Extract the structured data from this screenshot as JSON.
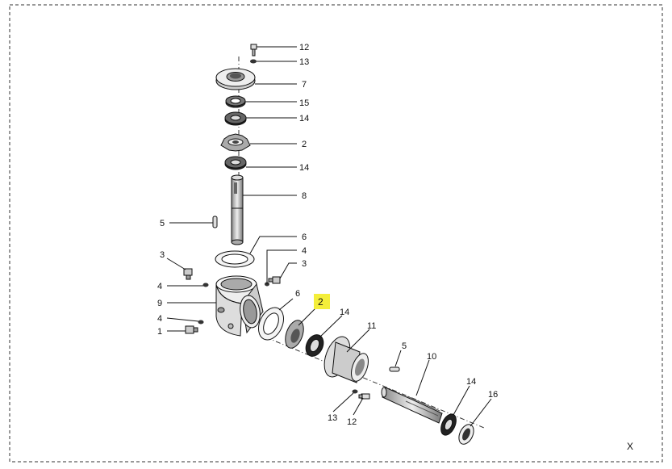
{
  "diagram": {
    "labels": {
      "p12_top": "12",
      "p13_top": "13",
      "p7": "7",
      "p15": "15",
      "p14_a": "14",
      "p2_top": "2",
      "p14_b": "14",
      "p8": "8",
      "p5_left": "5",
      "p6_top": "6",
      "p4_right": "4",
      "p3_right": "3",
      "p3_left": "3",
      "p4_left": "4",
      "p9": "9",
      "p4_left_low": "4",
      "p1": "1",
      "p6_mid": "6",
      "p2_highlight": "2",
      "p14_mid": "14",
      "p11": "11",
      "p5_right": "5",
      "p10": "10",
      "p14_low": "14",
      "p16": "16",
      "p13_low": "13",
      "p12_low": "12"
    },
    "corner_mark": "X",
    "highlight_color": "#f4ee3a"
  }
}
